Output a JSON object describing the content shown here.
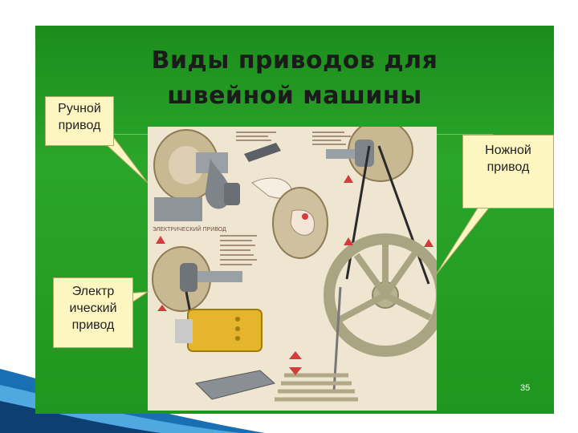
{
  "slide": {
    "title_line1": "Виды приводов для",
    "title_line2": "швейной машины",
    "page_number": "35",
    "colors": {
      "background": "#1f961f",
      "callout": "#fdf6c0"
    }
  },
  "callouts": {
    "manual": {
      "line1": "Ручной",
      "line2": "привод"
    },
    "electric": {
      "line1": "Электр",
      "line2": "ический",
      "line3": "привод"
    },
    "foot": {
      "line1": "Ножной",
      "line2": "привод"
    }
  },
  "poster": {
    "electric_heading": "ЭЛЕКТРИЧЕСКИЙ ПРИВОД"
  },
  "footer": {
    "text": ""
  }
}
